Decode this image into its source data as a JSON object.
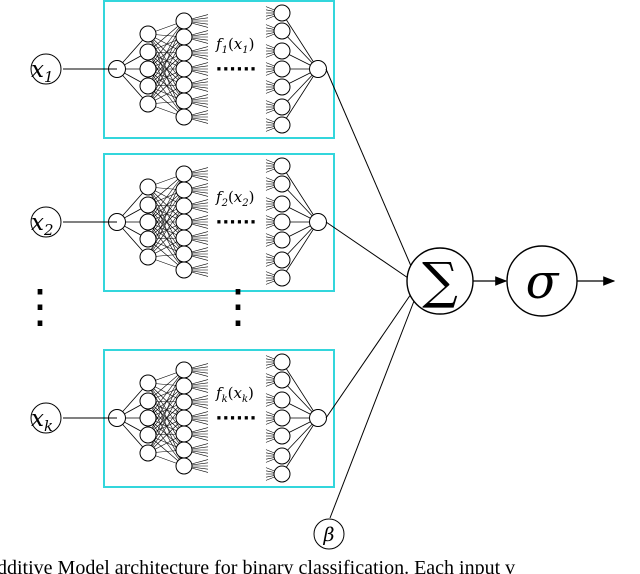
{
  "inputs": [
    {
      "base": "x",
      "sub": "1",
      "func": "f",
      "fsub": "1"
    },
    {
      "base": "x",
      "sub": "2",
      "func": "f",
      "fsub": "2"
    },
    {
      "base": "x",
      "sub": "k",
      "func": "f",
      "fsub": "k"
    }
  ],
  "continuation": "⋮",
  "ellipsis": "······",
  "sum_symbol": "∑",
  "activation_symbol": "σ",
  "bias_symbol": "β",
  "caption": "dditive Model architecture for binary classification. Each input v",
  "colors": {
    "box_border": "#33d6dc",
    "lines": "#000000"
  }
}
